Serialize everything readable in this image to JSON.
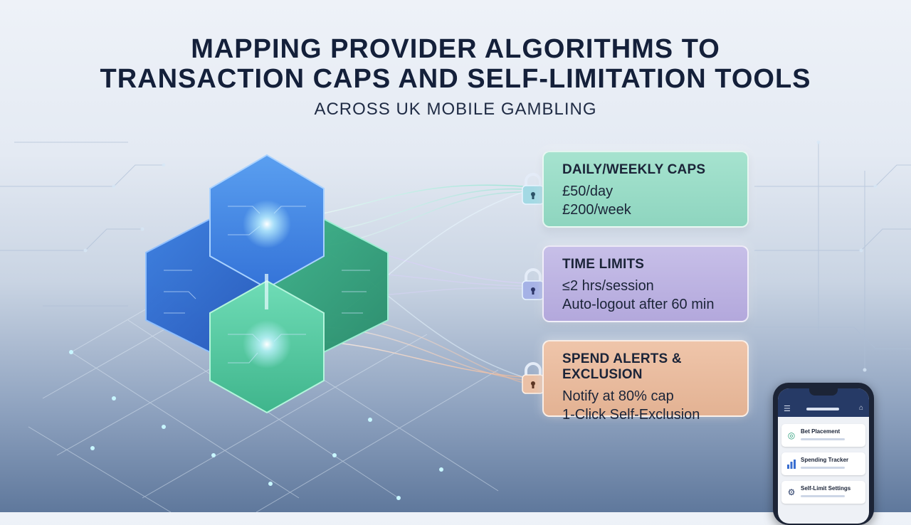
{
  "header": {
    "title_line1": "MAPPING PROVIDER ALGORITHMS TO",
    "title_line2": "TRANSACTION CAPS AND SELF-LIMITATION TOOLS",
    "subtitle": "ACROSS UK MOBILE GAMBLING"
  },
  "cards": [
    {
      "title": "DAILY/WEEKLY CAPS",
      "lines": [
        "£50/day",
        "£200/week"
      ],
      "color": "#8ed5bf"
    },
    {
      "title": "TIME LIMITS",
      "lines": [
        "≤2 hrs/session",
        "Auto-logout after 60 min"
      ],
      "color": "#b3a8dc"
    },
    {
      "title": "SPEND ALERTS & EXCLUSION",
      "lines": [
        "Notify at 80% cap",
        "1-Click Self-Exclusion"
      ],
      "color": "#e3b293"
    }
  ],
  "phone": {
    "menu_icon": "hamburger-icon",
    "home_icon": "home-icon",
    "items": [
      {
        "label": "Bet Placement",
        "icon": "lifebuoy-icon"
      },
      {
        "label": "Spending Tracker",
        "icon": "bar-chart-icon"
      },
      {
        "label": "Self-Limit Settings",
        "icon": "gear-icon"
      }
    ]
  },
  "colors": {
    "title": "#14203a",
    "hex_blue": "#3f83e6",
    "hex_green": "#45c49a",
    "accent_glow": "#bff3ff"
  }
}
